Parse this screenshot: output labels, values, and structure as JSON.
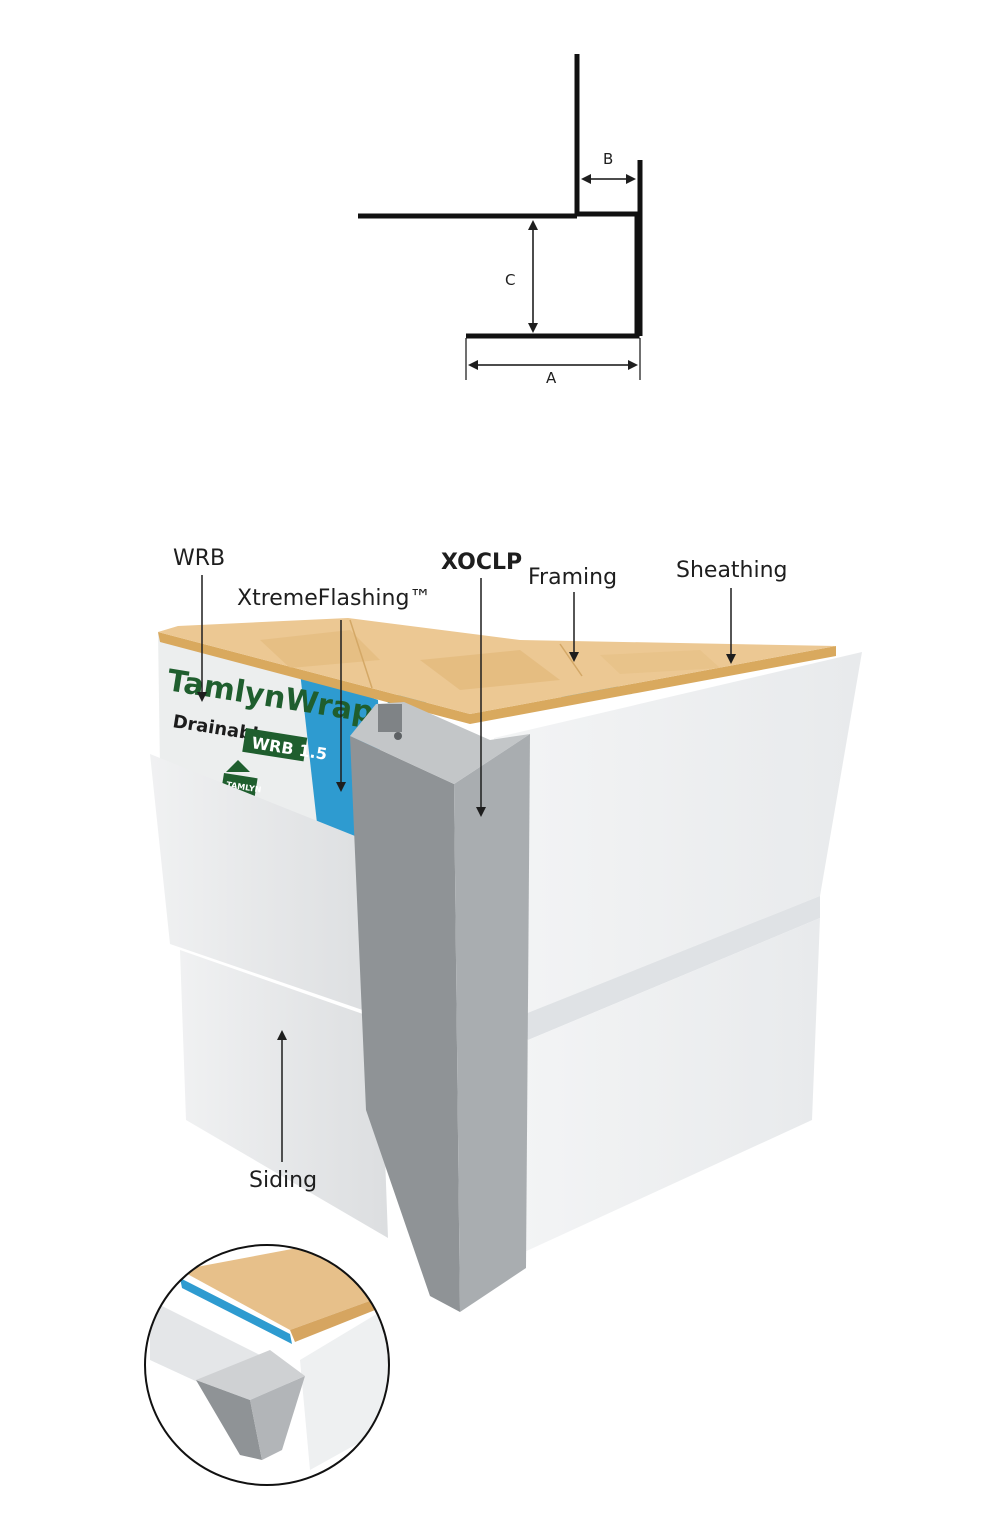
{
  "profile": {
    "dimension_labels": {
      "a": "A",
      "b": "B",
      "c": "C"
    }
  },
  "callouts": {
    "wrb": "WRB",
    "xtreme_flashing": "XtremeFlashing™",
    "xoclp": "XOCLP",
    "framing": "Framing",
    "sheathing": "Sheathing",
    "siding": "Siding"
  },
  "wrap_logo": {
    "brand": "TamlynWrap",
    "subtitle": "Drainable",
    "badge": "WRB 1.5",
    "maker": "TAMLYN"
  },
  "colors": {
    "osb": "#e9c58e",
    "wrb_blue": "#2e9bd0",
    "metal": "#a4a8ab",
    "siding": "#f1f2f3",
    "logo_green": "#1f5e2e"
  }
}
